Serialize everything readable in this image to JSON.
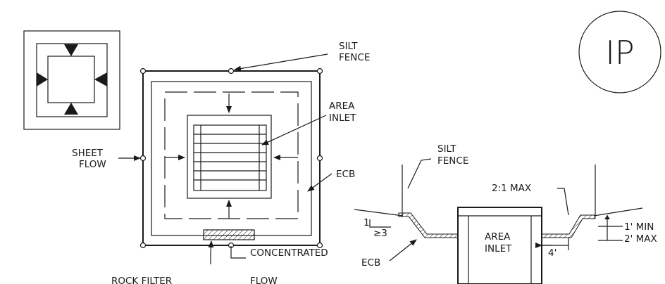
{
  "symbol": {
    "text": "IP"
  },
  "plan": {
    "silt_fence_label": [
      "SILT",
      "FENCE"
    ],
    "area_inlet_label": [
      "AREA",
      "INLET"
    ],
    "sheet_flow_label": [
      "SHEET",
      "FLOW"
    ],
    "ecb_label": "ECB",
    "rock_filter_label": "ROCK FILTER",
    "concentrated_flow_label": [
      "CONCENTRATED",
      "FLOW"
    ]
  },
  "section": {
    "silt_fence_label": [
      "SILT",
      "FENCE"
    ],
    "slope_max_label": "2:1 MAX",
    "slope_ratio_rise": "1",
    "slope_ratio_run": "≥3",
    "ecb_label": "ECB",
    "area_inlet_label": [
      "AREA",
      "INLET"
    ],
    "offset_label": "4'",
    "min_depth_label": "1' MIN",
    "max_depth_label": "2' MAX"
  }
}
